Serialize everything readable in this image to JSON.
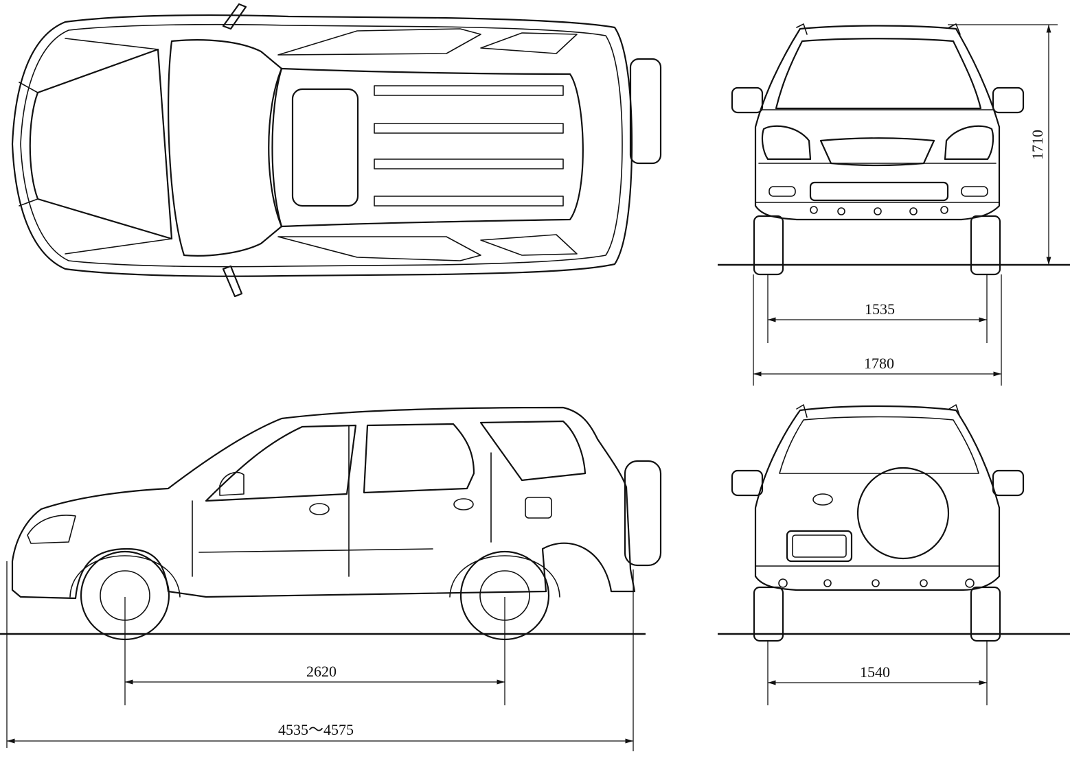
{
  "views": {
    "top": "top-view",
    "side": "side-view",
    "front": "front-view",
    "rear": "rear-view"
  },
  "dimensions": {
    "height": "1710",
    "front_track": "1535",
    "overall_width": "1780",
    "wheelbase": "2620",
    "rear_track": "1540",
    "overall_length": "4535～4575"
  },
  "colors": {
    "line": "#111111",
    "background": "#ffffff"
  }
}
